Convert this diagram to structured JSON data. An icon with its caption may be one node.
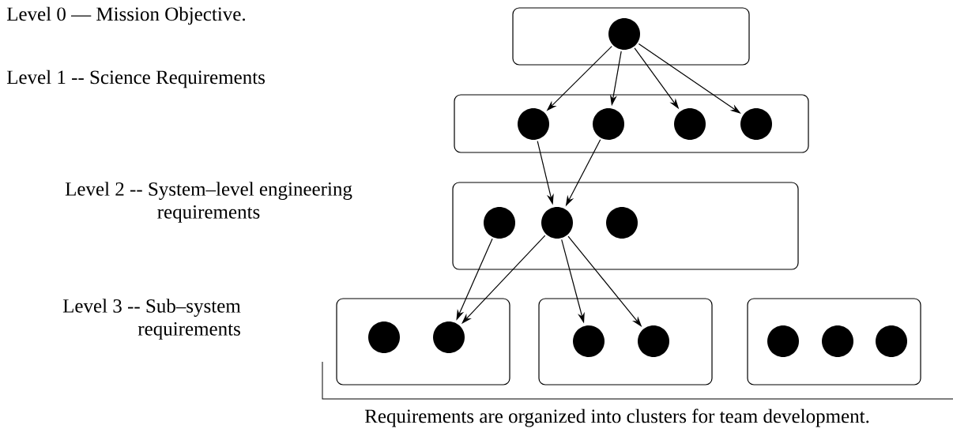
{
  "diagram": {
    "caption": "Requirements are organized into clusters for team development.",
    "nodes": [
      {
        "text": [],
        "shape": "box"
      },
      {
        "text": [],
        "shape": "circle",
        "in": 0
      },
      {
        "text": [],
        "shape": "box"
      },
      {
        "text": [],
        "shape": "circle",
        "in": 2
      },
      {
        "text": [],
        "shape": "circle",
        "in": 2
      },
      {
        "text": [],
        "shape": "circle",
        "in": 2
      },
      {
        "text": [],
        "shape": "circle",
        "in": 2
      },
      {
        "text": [],
        "shape": "box"
      },
      {
        "text": [],
        "shape": "circle",
        "in": 7
      },
      {
        "text": [],
        "shape": "circle",
        "in": 7
      },
      {
        "text": [],
        "shape": "circle",
        "in": 7
      },
      {
        "text": [],
        "shape": "box"
      },
      {
        "text": [],
        "shape": "circle",
        "in": 11
      },
      {
        "text": [],
        "shape": "circle",
        "in": 11
      },
      {
        "text": [],
        "shape": "box"
      },
      {
        "text": [],
        "shape": "circle",
        "in": 14
      },
      {
        "text": [],
        "shape": "circle",
        "in": 14
      },
      {
        "text": [],
        "shape": "box"
      },
      {
        "text": [],
        "shape": "circle",
        "in": 17
      },
      {
        "text": [],
        "shape": "circle",
        "in": 17
      },
      {
        "text": [],
        "shape": "circle",
        "in": 17
      }
    ],
    "edges": [
      {
        "from": 1,
        "to": 3,
        "arrow": "to"
      },
      {
        "from": 1,
        "to": 4,
        "arrow": "to"
      },
      {
        "from": 1,
        "to": 5,
        "arrow": "to"
      },
      {
        "from": 1,
        "to": 6,
        "arrow": "to"
      },
      {
        "from": 3,
        "to": 9,
        "arrow": "to"
      },
      {
        "from": 4,
        "to": 9,
        "arrow": "to"
      },
      {
        "from": 8,
        "to": 13,
        "arrow": "to"
      },
      {
        "from": 9,
        "to": 13,
        "arrow": "to"
      },
      {
        "from": 9,
        "to": 15,
        "arrow": "to"
      },
      {
        "from": 9,
        "to": 16,
        "arrow": "to"
      }
    ],
    "labels": [
      "Level 0 — Mission Objective.",
      "Level 1 -- Science Requirements",
      "Level 2 -- System–level engineering requirements",
      "Level 3 -- Sub–system requirements"
    ]
  }
}
